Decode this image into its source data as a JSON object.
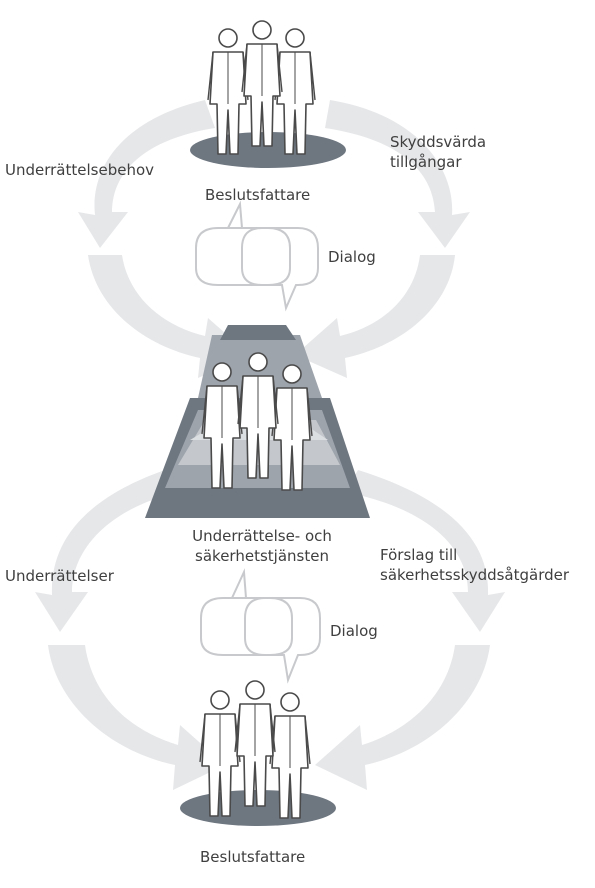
{
  "top_group": {
    "label": "Beslutsfattare"
  },
  "top_left_arrow": {
    "label": "Underrättelsebehov"
  },
  "top_right_arrow": {
    "label_line1": "Skyddsvärda",
    "label_line2": "tillgångar"
  },
  "top_dialog": {
    "label": "Dialog"
  },
  "middle_group": {
    "label_line1": "Underrättelse- och",
    "label_line2": "säkerhetstjänsten"
  },
  "bottom_left_arrow": {
    "label": "Underrättelser"
  },
  "bottom_right_arrow": {
    "label_line1": "Förslag till",
    "label_line2": "säkerhetsskyddsåtgärder"
  },
  "bottom_dialog": {
    "label": "Dialog"
  },
  "bottom_group": {
    "label": "Beslutsfattare"
  },
  "colors": {
    "arrow": "#e6e7e9",
    "platform_dark": "#6e7680",
    "platform_mid": "#9ea4ac",
    "platform_light": "#c4c8cd",
    "figure_stroke": "#4a4a4a"
  }
}
